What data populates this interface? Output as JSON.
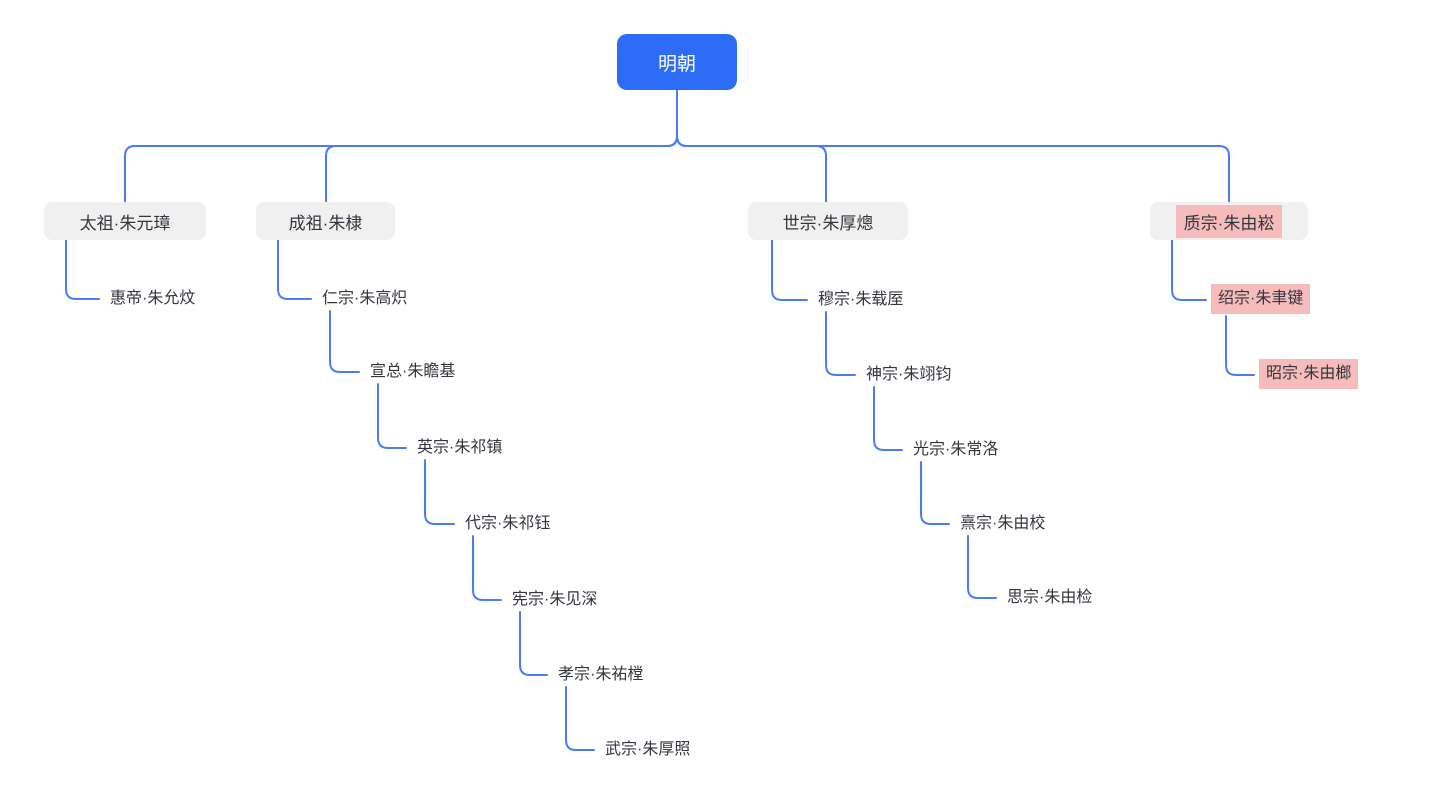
{
  "colors": {
    "canvas_bg": "#ffffff",
    "root_bg": "#2d6cf6",
    "root_text": "#ffffff",
    "branch_box_bg": "#f0f0f1",
    "connector_line": "#4a7df5",
    "text": "#33363d",
    "highlight_bg": "#f6bbbb"
  },
  "tree": {
    "root": {
      "label": "明朝"
    },
    "branches": [
      {
        "label": "太祖·朱元璋",
        "highlight": false,
        "children": [
          {
            "label": "惠帝·朱允炆",
            "highlight": false
          }
        ]
      },
      {
        "label": "成祖·朱棣",
        "highlight": false,
        "children": [
          {
            "label": "仁宗·朱高炽",
            "highlight": false
          },
          {
            "label": "宣总·朱瞻基",
            "highlight": false
          },
          {
            "label": "英宗·朱祁镇",
            "highlight": false
          },
          {
            "label": "代宗·朱祁钰",
            "highlight": false
          },
          {
            "label": "宪宗·朱见深",
            "highlight": false
          },
          {
            "label": "孝宗·朱祐樘",
            "highlight": false
          },
          {
            "label": "武宗·朱厚照",
            "highlight": false
          }
        ]
      },
      {
        "label": "世宗·朱厚熜",
        "highlight": false,
        "children": [
          {
            "label": "穆宗·朱载厔",
            "highlight": false
          },
          {
            "label": "神宗·朱翊钧",
            "highlight": false
          },
          {
            "label": "光宗·朱常洛",
            "highlight": false
          },
          {
            "label": "熹宗·朱由校",
            "highlight": false
          },
          {
            "label": "思宗·朱由检",
            "highlight": false
          }
        ]
      },
      {
        "label": "质宗·朱由崧",
        "highlight": true,
        "children": [
          {
            "label": "绍宗·朱聿键",
            "highlight": true
          },
          {
            "label": "昭宗·朱由榔",
            "highlight": true
          }
        ]
      }
    ]
  }
}
